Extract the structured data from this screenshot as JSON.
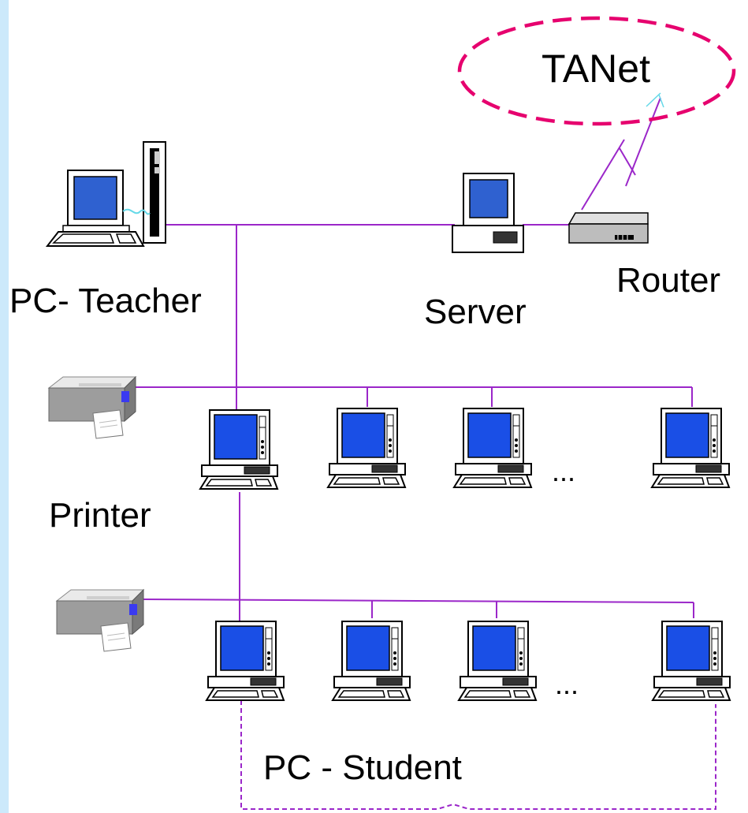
{
  "labels": {
    "cloud": "TANet",
    "router": "Router",
    "teacher": "PC- Teacher",
    "server": "Server",
    "printer": "Printer",
    "student": "PC - Student",
    "ellipsis": "..."
  },
  "colors": {
    "left_stripe": "#cce9fb",
    "link_line": "#9b27c9",
    "cloud_outline": "#e6006e",
    "screen": "#1a4fe6",
    "teacher_screen": "#2f61d0",
    "device_outline": "#000000"
  },
  "icons": {
    "teacher": "teacher-pc-icon",
    "server": "server-pc-icon",
    "router": "router-icon",
    "printer": "printer-icon",
    "pc": "pc-icon"
  }
}
